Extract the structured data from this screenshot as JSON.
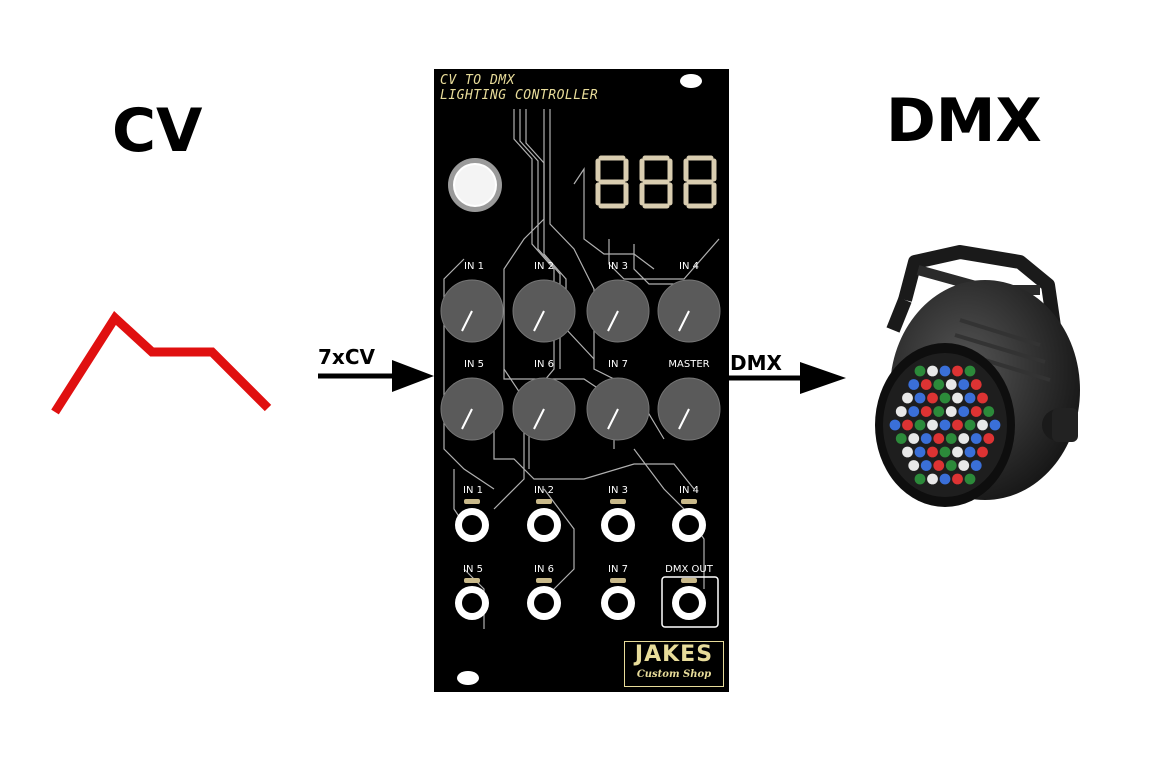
{
  "labels": {
    "cv_title": "CV",
    "dmx_title": "DMX",
    "input_arrow": "7xCV",
    "output_arrow": "DMX"
  },
  "module": {
    "title_line1": "CV TO DMX",
    "title_line2": "LIGHTING CONTROLLER",
    "display": "888",
    "knobs": [
      "IN 1",
      "IN 2",
      "IN 3",
      "IN 4",
      "IN 5",
      "IN 6",
      "IN 7",
      "MASTER"
    ],
    "jacks": [
      "IN 1",
      "IN 2",
      "IN 3",
      "IN 4",
      "IN 5",
      "IN 6",
      "IN 7",
      "DMX OUT"
    ],
    "brand_name": "JAKES",
    "brand_sub": "Custom Shop"
  },
  "colors": {
    "cv_line": "#e01010",
    "panel": "#000000",
    "panel_text": "#e8dc9a",
    "knob": "#5a5a5a",
    "arrow": "#000000"
  },
  "icons": {
    "cv_waveform": "cv-waveform-icon",
    "light": "led-par-light-icon"
  }
}
